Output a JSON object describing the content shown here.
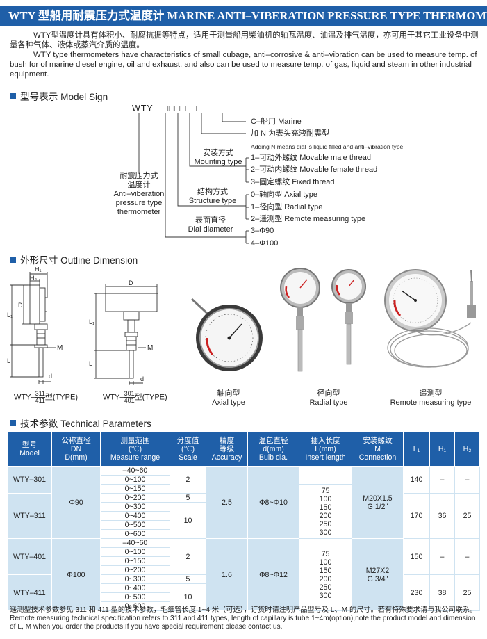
{
  "title": "WTY 型船用耐震压力式温度计 MARINE ANTI–VIBERATION PRESSURE TYPE THERMOMETER",
  "intro": {
    "cn": "WTY型温度计具有体积小、耐腐抗振等特点，适用于测量船用柴油机的轴瓦温度、油温及排气温度，亦可用于其它工业设备中测量各种气体、液体或蒸汽介质的温度。",
    "en": "WTY type thermometers have characteristics of small cubage, anti–corrosive & anti–vibration can be used to measure temp. of bush for of marine diesel engine, oil and exhaust, and also can be used to measure temp. of gas, liquid and steam in other industrial equipment."
  },
  "model_sign": {
    "heading": "型号表示 Model Sign",
    "code": "WTY－□□□□－□",
    "left_label": [
      "耐震压力式",
      "温度计",
      "Anti–viberation",
      "pressure type",
      "thermometer"
    ],
    "c_item": "C–船用   Marine",
    "n_item": "加 N 为表头充液耐震型",
    "n_item_en": "Adding N means dial is liquid filled and anti–vibration type",
    "mounting_cn": "安装方式",
    "mounting_en": "Mounting type",
    "mounting_items": [
      "1–可动外螺纹   Movable male thread",
      "2–可动内螺纹   Movable female thread",
      "3–固定螺纹   Fixed thread"
    ],
    "structure_cn": "结构方式",
    "structure_en": "Structure type",
    "structure_items": [
      "0–轴向型   Axial type",
      "1–径向型   Radial type",
      "2–遥测型   Remote measuring type"
    ],
    "dial_cn": "表面直径",
    "dial_en": "Dial diameter",
    "dial_items": [
      "3–Φ90",
      "4–Φ100"
    ]
  },
  "outline": {
    "heading": "外形尺寸 Outline Dimension",
    "dim_labels": {
      "h1": "H₁",
      "h2": "H₂",
      "d": "D",
      "l1": "L₁",
      "l": "L",
      "m": "M",
      "d_small": "d"
    },
    "type_a_prefix": "WTY–",
    "type_a_top": "311",
    "type_a_bottom": "411",
    "type_a_suffix": "型(TYPE)",
    "type_b_prefix": "WTY–",
    "type_b_top": "301",
    "type_b_bottom": "401",
    "type_b_suffix": "型(TYPE)",
    "photos": [
      {
        "cn": "轴向型",
        "en": "Axial type"
      },
      {
        "cn": "径向型",
        "en": "Radial type"
      },
      {
        "cn": "遥测型",
        "en": "Remote measuring type"
      }
    ]
  },
  "params": {
    "heading": "技术参数 Technical Parameters",
    "headers": [
      [
        "型号",
        "Model"
      ],
      [
        "公称直径",
        "DN",
        "D(mm)"
      ],
      [
        "测量范围",
        "(℃)",
        "Measure range"
      ],
      [
        "分度值",
        "(℃)",
        "Scale"
      ],
      [
        "精度",
        "等级",
        "Accuracy"
      ],
      [
        "温包直径",
        "d(mm)",
        "Bulb dia."
      ],
      [
        "插入长度",
        "L(mm)",
        "Insert length"
      ],
      [
        "安装螺纹",
        "M",
        "Connection"
      ],
      [
        "L₁"
      ],
      [
        "H₁"
      ],
      [
        "H₂"
      ]
    ],
    "m1": "WTY–301",
    "m2": "WTY–311",
    "m3": "WTY–401",
    "m4": "WTY–411",
    "dn1": "Φ90",
    "dn2": "Φ100",
    "ranges1": [
      "–40~60",
      "0~100",
      "0~150",
      "0~200",
      "0~300",
      "0~400",
      "0~500",
      "0~600"
    ],
    "ranges2": [
      "–40~60",
      "0~100",
      "0~150",
      "0~200",
      "0~300",
      "0~400",
      "0~500",
      "0~600"
    ],
    "scale1a": "2",
    "scale1b": "5",
    "scale1c": "10",
    "scale2a": "2",
    "scale2b": "5",
    "scale2c": "10",
    "acc1": "2.5",
    "acc2": "1.6",
    "bulb1": "Φ8~Φ10",
    "bulb2": "Φ8~Φ12",
    "ins1": [
      "75",
      "100",
      "150",
      "200",
      "250",
      "300"
    ],
    "ins2": [
      "75",
      "100",
      "150",
      "200",
      "250",
      "300"
    ],
    "conn1a": "M20X1.5",
    "conn1b": "G 1/2\"",
    "conn2a": "M27X2",
    "conn2b": "G 3/4\"",
    "l1_301": "140",
    "h1_301": "–",
    "h2_301": "–",
    "l1_311": "170",
    "h1_311": "36",
    "h2_311": "25",
    "l1_401": "150",
    "h1_401": "–",
    "h2_401": "–",
    "l1_411": "230",
    "h1_411": "38",
    "h2_411": "25"
  },
  "footnote": {
    "cn": "遥测型技术参数参见 311 和 411 型的技术参数，毛细管长度 1~4 米（可选），订货时请注明产品型号及 L、M 的尺寸。若有特殊要求请与我公司联系。",
    "en": "Remote measuring technical specification refers to 311 and 411 types, length of capillary is tube 1~4m(option),note the product model and dimension of L, M when you order the products.If you have special requirement please contact us."
  },
  "colors": {
    "brand_blue": "#1f5fa8",
    "table_fill": "#cfe3f1"
  }
}
